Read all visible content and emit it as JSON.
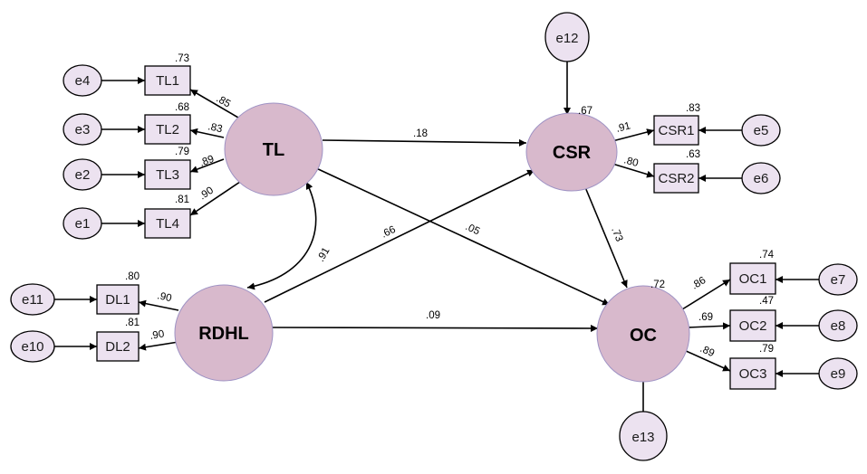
{
  "latents": [
    {
      "id": "TL",
      "label": "TL"
    },
    {
      "id": "CSR",
      "label": "CSR"
    },
    {
      "id": "RDHL",
      "label": "RDHL"
    },
    {
      "id": "OC",
      "label": "OC"
    }
  ],
  "indicators": [
    {
      "id": "TL1",
      "label": "TL1",
      "r2": ".73"
    },
    {
      "id": "TL2",
      "label": "TL2",
      "r2": ".68"
    },
    {
      "id": "TL3",
      "label": "TL3",
      "r2": ".79"
    },
    {
      "id": "TL4",
      "label": "TL4",
      "r2": ".81"
    },
    {
      "id": "DL1",
      "label": "DL1",
      "r2": ".80"
    },
    {
      "id": "DL2",
      "label": "DL2",
      "r2": ".81"
    },
    {
      "id": "CSR1",
      "label": "CSR1",
      "r2": ".83"
    },
    {
      "id": "CSR2",
      "label": "CSR2",
      "r2": ".63"
    },
    {
      "id": "OC1",
      "label": "OC1",
      "r2": ".74"
    },
    {
      "id": "OC2",
      "label": "OC2",
      "r2": ".47"
    },
    {
      "id": "OC3",
      "label": "OC3",
      "r2": ".79"
    }
  ],
  "errors": [
    {
      "id": "e1",
      "label": "e1"
    },
    {
      "id": "e2",
      "label": "e2"
    },
    {
      "id": "e3",
      "label": "e3"
    },
    {
      "id": "e4",
      "label": "e4"
    },
    {
      "id": "e5",
      "label": "e5"
    },
    {
      "id": "e6",
      "label": "e6"
    },
    {
      "id": "e7",
      "label": "e7"
    },
    {
      "id": "e8",
      "label": "e8"
    },
    {
      "id": "e9",
      "label": "e9"
    },
    {
      "id": "e10",
      "label": "e10"
    },
    {
      "id": "e11",
      "label": "e11"
    },
    {
      "id": "e12",
      "label": "e12"
    },
    {
      "id": "e13",
      "label": "e13"
    }
  ],
  "loadings": [
    {
      "from": "TL",
      "to": "TL1",
      "value": ".85"
    },
    {
      "from": "TL",
      "to": "TL2",
      "value": ".83"
    },
    {
      "from": "TL",
      "to": "TL3",
      "value": ".89"
    },
    {
      "from": "TL",
      "to": "TL4",
      "value": ".90"
    },
    {
      "from": "RDHL",
      "to": "DL1",
      "value": ".90"
    },
    {
      "from": "RDHL",
      "to": "DL2",
      "value": ".90"
    },
    {
      "from": "CSR",
      "to": "CSR1",
      "value": ".91"
    },
    {
      "from": "CSR",
      "to": "CSR2",
      "value": ".80"
    },
    {
      "from": "OC",
      "to": "OC1",
      "value": ".86"
    },
    {
      "from": "OC",
      "to": "OC2",
      "value": ".69"
    },
    {
      "from": "OC",
      "to": "OC3",
      "value": ".89"
    }
  ],
  "paths": [
    {
      "from": "TL",
      "to": "CSR",
      "value": ".18"
    },
    {
      "from": "TL",
      "to": "OC",
      "value": ".05"
    },
    {
      "from": "RDHL",
      "to": "CSR",
      "value": ".66"
    },
    {
      "from": "RDHL",
      "to": "OC",
      "value": ".09"
    },
    {
      "from": "CSR",
      "to": "OC",
      "value": ".73"
    }
  ],
  "correlations": [
    {
      "between": [
        "TL",
        "RDHL"
      ],
      "value": ".91"
    }
  ],
  "latent_r2": [
    {
      "node": "CSR",
      "value": ".67"
    },
    {
      "node": "OC",
      "value": ".72"
    }
  ]
}
